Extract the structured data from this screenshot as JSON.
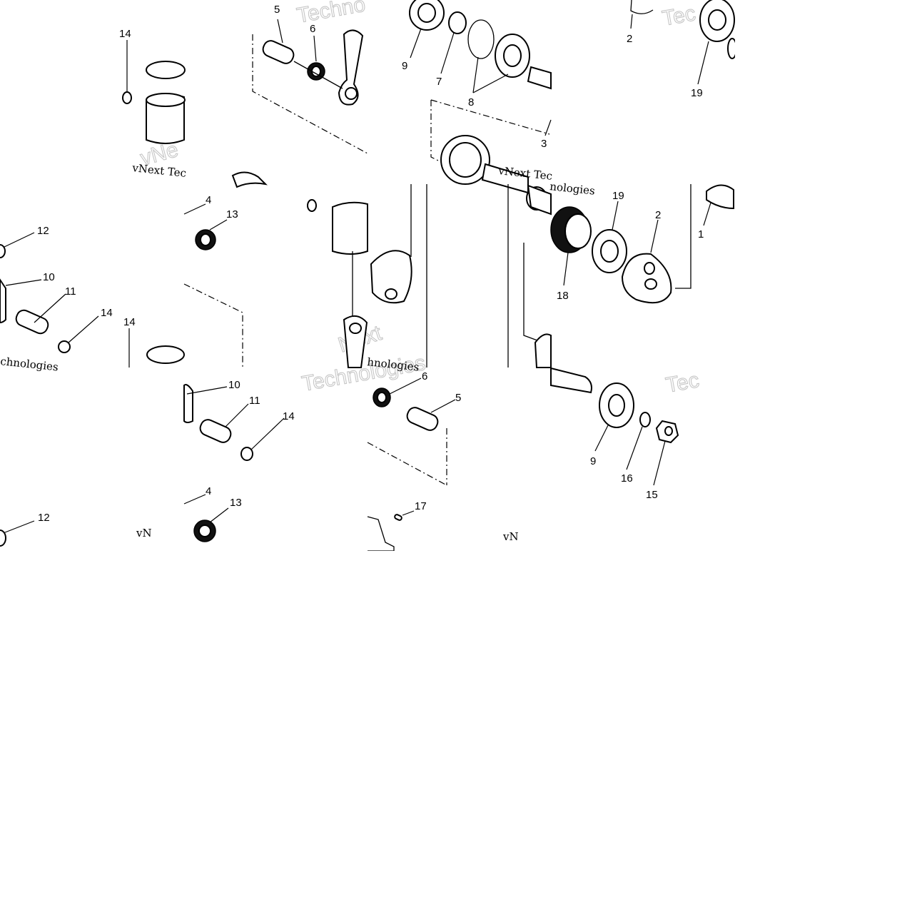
{
  "diagram": {
    "callouts": [
      {
        "id": "c1",
        "text": "5"
      },
      {
        "id": "c2",
        "text": "6"
      },
      {
        "id": "c3",
        "text": "14"
      },
      {
        "id": "c4",
        "text": "9"
      },
      {
        "id": "c5",
        "text": "7"
      },
      {
        "id": "c6",
        "text": "8"
      },
      {
        "id": "c7",
        "text": "2"
      },
      {
        "id": "c8",
        "text": "19"
      },
      {
        "id": "c9",
        "text": "3"
      },
      {
        "id": "c10",
        "text": "4"
      },
      {
        "id": "c11",
        "text": "13"
      },
      {
        "id": "c12",
        "text": "12"
      },
      {
        "id": "c13",
        "text": "10"
      },
      {
        "id": "c14",
        "text": "11"
      },
      {
        "id": "c15",
        "text": "14"
      },
      {
        "id": "c16",
        "text": "14"
      },
      {
        "id": "c17",
        "text": "19"
      },
      {
        "id": "c18",
        "text": "2"
      },
      {
        "id": "c19",
        "text": "1"
      },
      {
        "id": "c20",
        "text": "18"
      },
      {
        "id": "c21",
        "text": "10"
      },
      {
        "id": "c22",
        "text": "11"
      },
      {
        "id": "c23",
        "text": "14"
      },
      {
        "id": "c24",
        "text": "6"
      },
      {
        "id": "c25",
        "text": "5"
      },
      {
        "id": "c26",
        "text": "9"
      },
      {
        "id": "c27",
        "text": "16"
      },
      {
        "id": "c28",
        "text": "15"
      },
      {
        "id": "c29",
        "text": "4"
      },
      {
        "id": "c30",
        "text": "13"
      },
      {
        "id": "c31",
        "text": "12"
      },
      {
        "id": "c32",
        "text": "17"
      }
    ],
    "watermarks": {
      "w1": "vNext Tec",
      "w2": "vNext Tec",
      "w3": "chnologies",
      "w4": "vN",
      "w5": "vN",
      "w6": "Techno",
      "w7": "Tec",
      "w8": "Tec",
      "w9": "Technologies",
      "w10": "Next",
      "w11": "nologies",
      "w12": "hnologies",
      "w13": "vNe"
    }
  }
}
